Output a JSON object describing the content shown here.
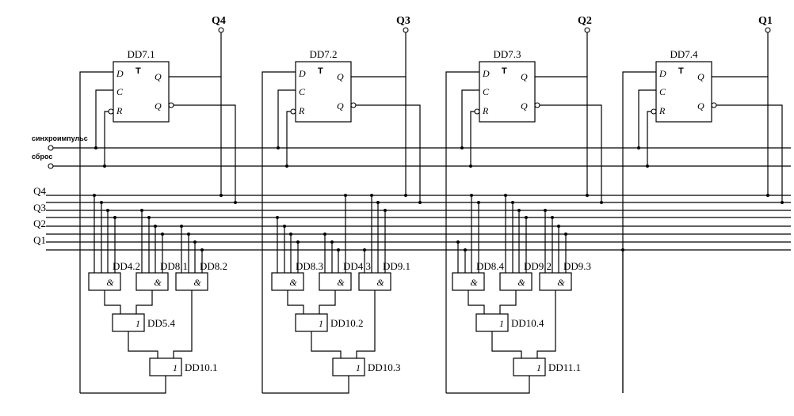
{
  "outputs": [
    "Q4",
    "Q3",
    "Q2",
    "Q1"
  ],
  "flipflops": [
    {
      "name": "DD7.1",
      "pins": {
        "d": "D",
        "c": "C",
        "r": "R",
        "t": "T",
        "q": "Q",
        "nq": "Q"
      }
    },
    {
      "name": "DD7.2",
      "pins": {
        "d": "D",
        "c": "C",
        "r": "R",
        "t": "T",
        "q": "Q",
        "nq": "Q"
      }
    },
    {
      "name": "DD7.3",
      "pins": {
        "d": "D",
        "c": "C",
        "r": "R",
        "t": "T",
        "q": "Q",
        "nq": "Q"
      }
    },
    {
      "name": "DD7.4",
      "pins": {
        "d": "D",
        "c": "C",
        "r": "R",
        "t": "T",
        "q": "Q",
        "nq": "Q"
      }
    }
  ],
  "inputs": {
    "clock": "синхроимпульс",
    "reset": "сброс"
  },
  "bus_labels": [
    "Q4",
    "Q3",
    "Q2",
    "Q1"
  ],
  "and_symbol": "&",
  "or_symbol": "1",
  "groups": [
    {
      "and_gates": [
        "DD4.2",
        "DD8.1",
        "DD8.2"
      ],
      "or_gates": [
        "DD5.4",
        "DD10.1"
      ]
    },
    {
      "and_gates": [
        "DD8.3",
        "DD4.3",
        "DD9.1"
      ],
      "or_gates": [
        "DD10.2",
        "DD10.3"
      ]
    },
    {
      "and_gates": [
        "DD8.4",
        "DD9.2",
        "DD9.3"
      ],
      "or_gates": [
        "DD10.4",
        "DD11.1"
      ]
    }
  ]
}
